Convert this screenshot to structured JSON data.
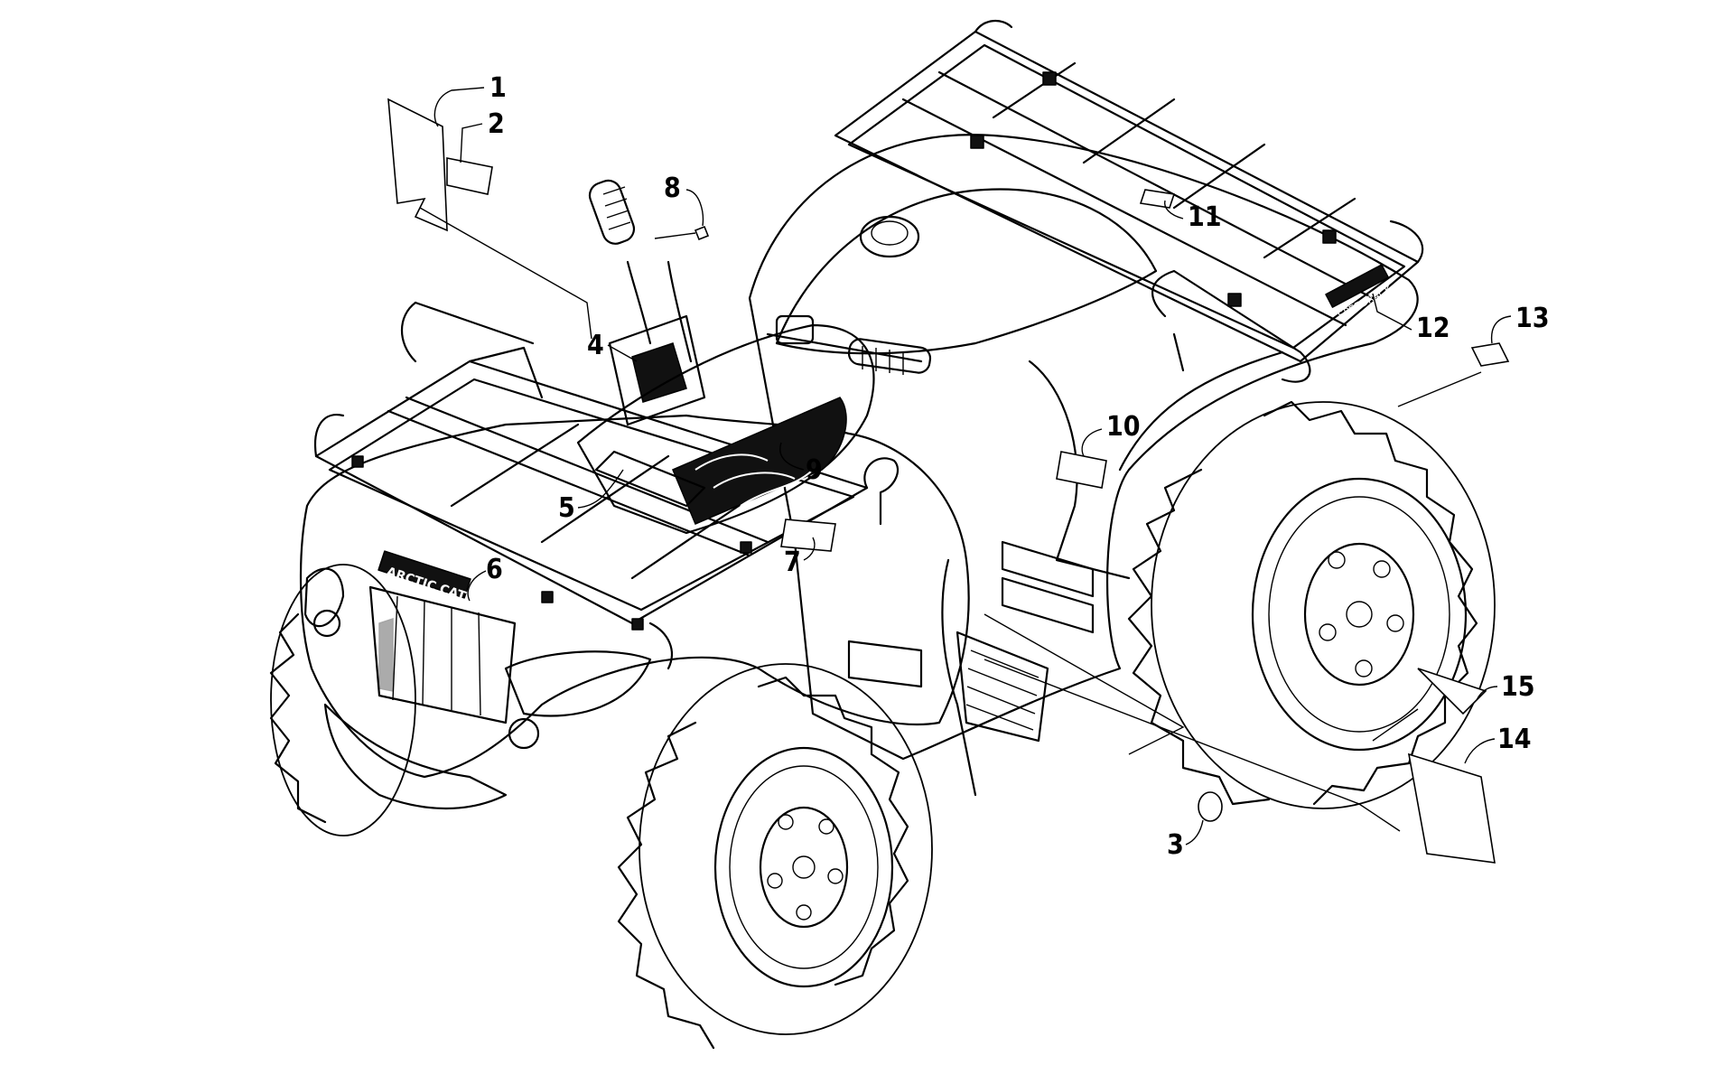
{
  "diagram": {
    "callouts": [
      "1",
      "2",
      "3",
      "4",
      "5",
      "6",
      "7",
      "8",
      "9",
      "10",
      "11",
      "12",
      "13",
      "14",
      "15"
    ],
    "brand_front": "ARCTIC CAT",
    "brand_rear": "SPEEDRACK",
    "line_color": "#000000",
    "background": "#ffffff"
  }
}
